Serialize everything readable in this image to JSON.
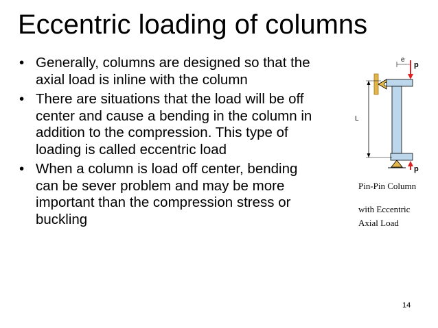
{
  "slide": {
    "title": "Eccentric loading of columns",
    "bullets": [
      "Generally, columns are designed so that the axial load is inline with the column",
      "There are situations that the load will be off center and cause a bending in the column in addition to the compression. This type of loading is called eccentric load",
      "When a column is load off center, bending can be sever problem and may be more important than the compression stress or buckling"
    ],
    "bullet_marker": "•",
    "page_number": "14"
  },
  "figure": {
    "labels": {
      "eccentricity": "e",
      "length": "L",
      "load_top": "p",
      "load_bottom": "p"
    },
    "caption_line1": "Pin-Pin Column",
    "caption_line2": "with Eccentric",
    "caption_line3": "Axial Load",
    "colors": {
      "column": "#bcd7ec",
      "support": "#e3b64a",
      "load_arrow": "#e02020",
      "line": "#000000"
    }
  }
}
